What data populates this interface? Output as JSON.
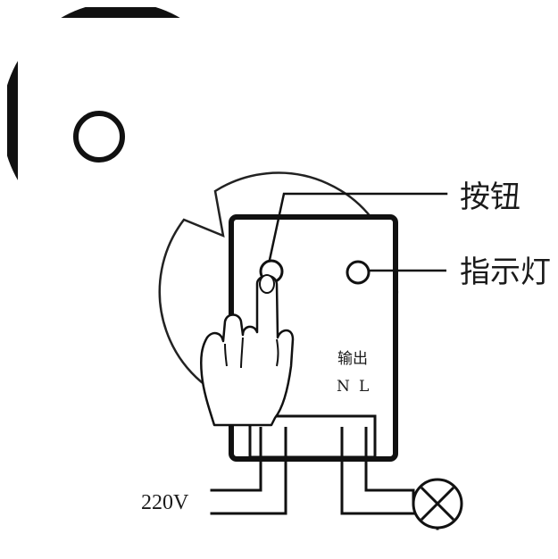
{
  "labels": {
    "button": "按钮",
    "indicator": "指示灯",
    "output": "输出",
    "neutral": "N",
    "live": "L",
    "voltage": "220V"
  },
  "icons": {
    "hand": "pointing-hand-icon",
    "lamp": "lamp-icon"
  },
  "colors": {
    "line": "#111111",
    "background": "#ffffff"
  }
}
